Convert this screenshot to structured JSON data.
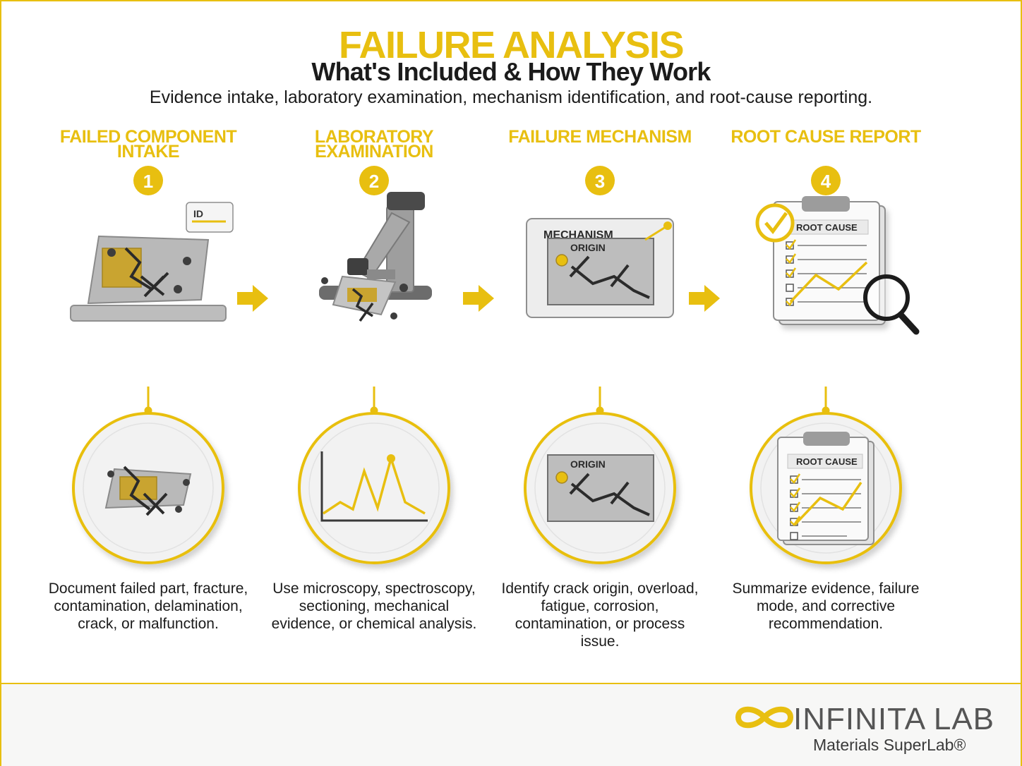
{
  "header": {
    "title": "FAILURE ANALYSIS",
    "subtitle": "What's Included & How They Work",
    "description": "Evidence intake, laboratory examination, mechanism identification, and root-cause reporting."
  },
  "steps": [
    {
      "number": "1",
      "title_line1": "FAILED COMPONENT",
      "title_line2": "INTAKE",
      "tag_label": "ID",
      "description": "Document failed part, fracture, contamination, delamination, crack, or malfunction."
    },
    {
      "number": "2",
      "title_line1": "LABORATORY",
      "title_line2": "EXAMINATION",
      "description": "Use microscopy, spectroscopy, sectioning, mechanical evidence, or chemical analysis."
    },
    {
      "number": "3",
      "title_line1": "FAILURE MECHANISM",
      "title_line2": "",
      "panel_label": "MECHANISM",
      "origin_label": "ORIGIN",
      "description": "Identify crack origin, overload, fatigue, corrosion, contamination, or process issue."
    },
    {
      "number": "4",
      "title_line1": "ROOT CAUSE REPORT",
      "title_line2": "",
      "report_label": "ROOT CAUSE",
      "description": "Summarize evidence, failure mode, and corrective recommendation."
    }
  ],
  "details": {
    "origin_label": "ORIGIN",
    "report_label": "ROOT CAUSE"
  },
  "brand": {
    "name": "INFINITA LAB",
    "tagline": "Materials SuperLab®"
  },
  "colors": {
    "accent": "#e8bf10",
    "text": "#1b1b1b",
    "gray": "#a9a9a9"
  }
}
